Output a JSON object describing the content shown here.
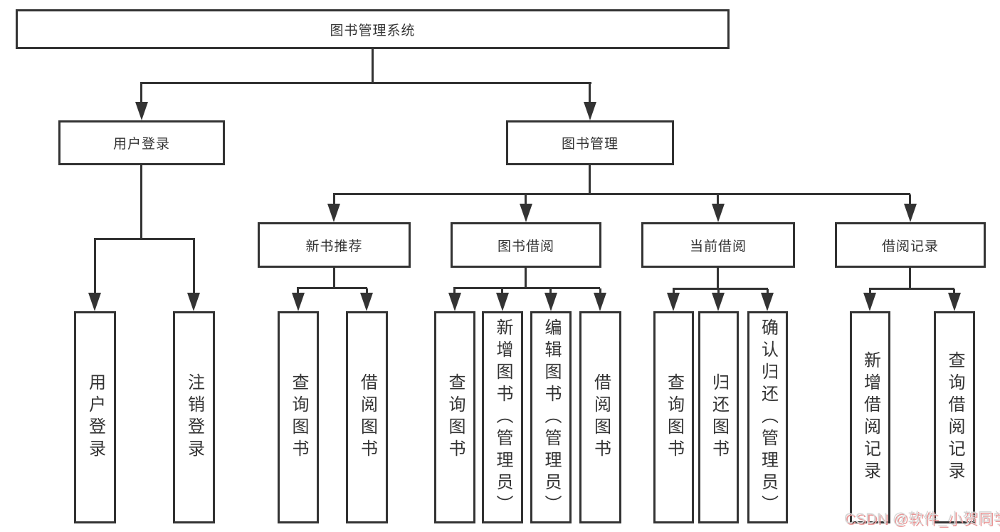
{
  "diagram": {
    "title": "图书管理系统",
    "modules": [
      {
        "label": "用户登录",
        "children": [
          {
            "label": "用户登录"
          },
          {
            "label": "注销登录"
          }
        ]
      },
      {
        "label": "图书管理",
        "children": [
          {
            "label": "新书推荐",
            "children": [
              {
                "label": "查询图书"
              },
              {
                "label": "借阅图书"
              }
            ]
          },
          {
            "label": "图书借阅",
            "children": [
              {
                "label": "查询图书"
              },
              {
                "label": "新增图书（管理员）"
              },
              {
                "label": "编辑图书（管理员）"
              },
              {
                "label": "借阅图书"
              }
            ]
          },
          {
            "label": "当前借阅",
            "children": [
              {
                "label": "查询图书"
              },
              {
                "label": "归还图书"
              },
              {
                "label": "确认归还（管理员）"
              }
            ]
          },
          {
            "label": "借阅记录",
            "children": [
              {
                "label": "新增借阅记录"
              },
              {
                "label": "查询借阅记录"
              }
            ]
          }
        ]
      }
    ]
  },
  "watermark": {
    "text": "CSDN @软件_小贺同学"
  },
  "colors": {
    "line": "#333333",
    "text": "#333333",
    "background": "#ffffff",
    "watermark_gray": "#d6d6d6",
    "watermark_pink": "#e99696"
  }
}
